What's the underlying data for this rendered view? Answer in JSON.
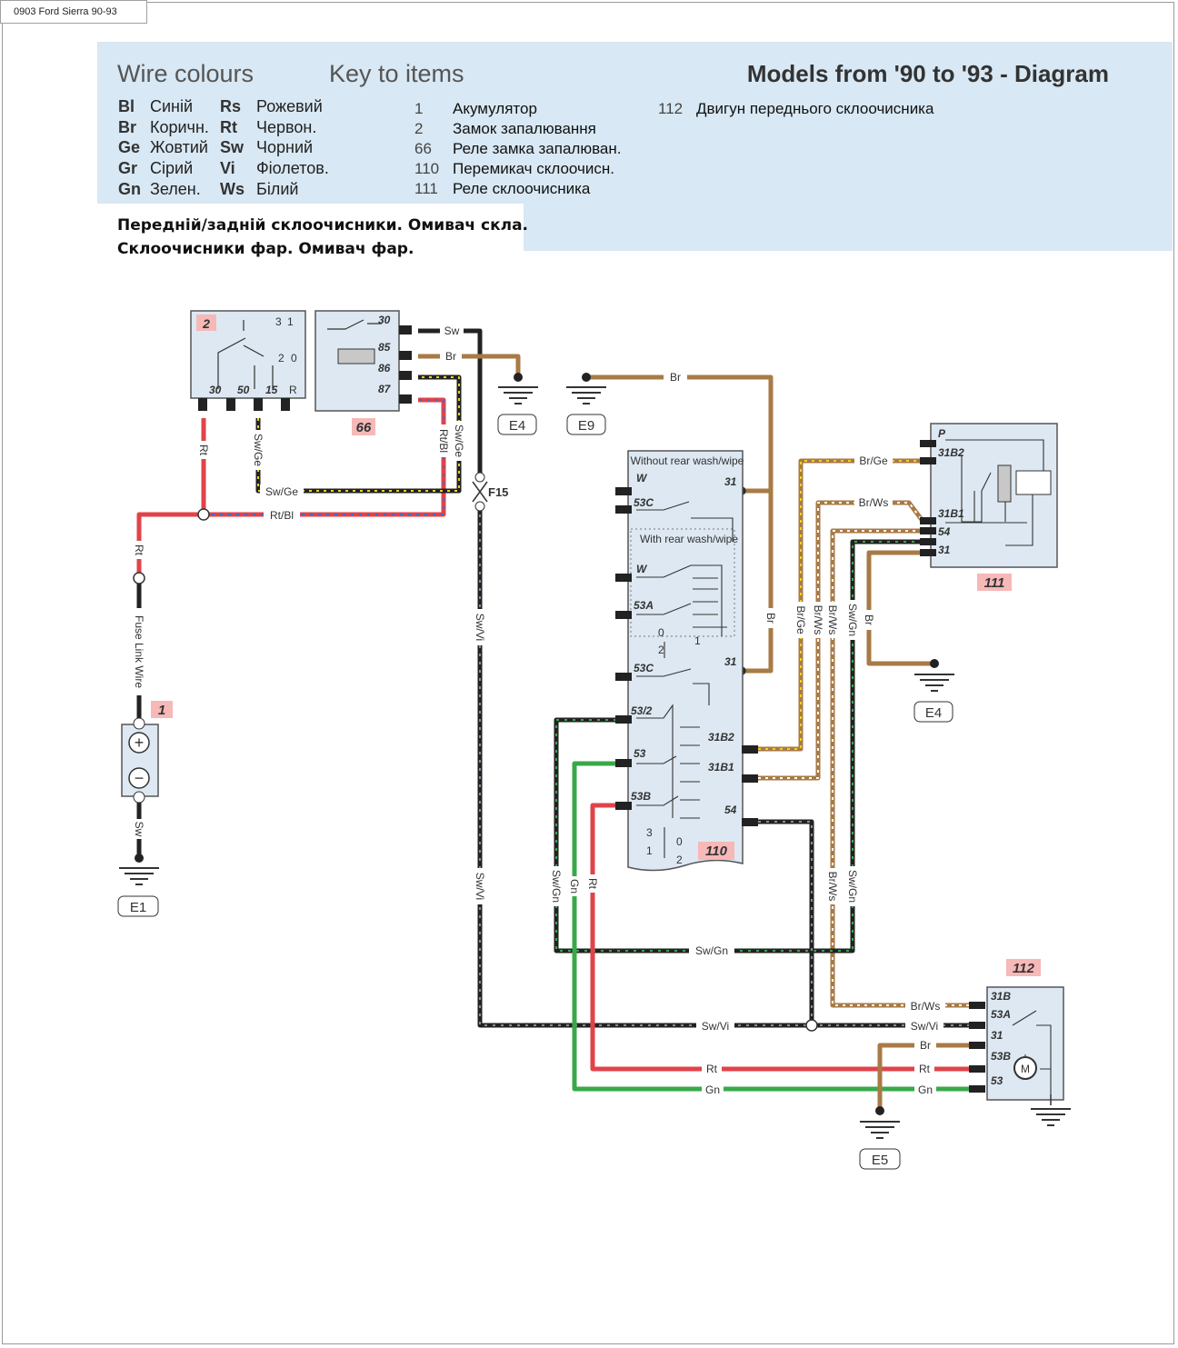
{
  "tab_label": "0903 Ford Sierra 90-93",
  "header": {
    "wire_colours_title": "Wire colours",
    "key_title": "Key to items",
    "diagram_title": "Models from '90 to '93 - Diagram"
  },
  "wire_colours": [
    {
      "code": "Bl",
      "name": "Синій"
    },
    {
      "code": "Br",
      "name": "Коричн."
    },
    {
      "code": "Ge",
      "name": "Жовтий"
    },
    {
      "code": "Gr",
      "name": "Сірий"
    },
    {
      "code": "Gn",
      "name": "Зелен."
    },
    {
      "code": "Rs",
      "name": "Рожевий"
    },
    {
      "code": "Rt",
      "name": "Червон."
    },
    {
      "code": "Sw",
      "name": "Чорний"
    },
    {
      "code": "Vi",
      "name": "Фіолетов."
    },
    {
      "code": "Ws",
      "name": "Білий"
    }
  ],
  "key_items": [
    {
      "num": "1",
      "name": "Акумулятор"
    },
    {
      "num": "2",
      "name": "Замок запалювання"
    },
    {
      "num": "66",
      "name": "Реле замка запалюван."
    },
    {
      "num": "110",
      "name": "Перемикач склоочисн."
    },
    {
      "num": "111",
      "name": "Реле склоочисника"
    },
    {
      "num": "112",
      "name": "Двигун переднього склоочисника"
    }
  ],
  "subtitle": [
    "Передній/задній склоочисники. Омивач скла.",
    "Склоочисники фар. Омивач фар."
  ],
  "colors": {
    "Rt": "#e0434a",
    "Br": "#a87a45",
    "Sw": "#222222",
    "Gn": "#3aa84a",
    "Ge": "#f2d21b",
    "Bl": "#3a6fd0",
    "Vi": "#8a8a9a",
    "Ws": "#ffffff",
    "box": "#dde8f2",
    "badge": "#f7b8b8"
  },
  "components": {
    "c2": {
      "id": "2",
      "terminals": [
        "30",
        "50",
        "15",
        "R"
      ],
      "positions": [
        "3",
        "1",
        "2",
        "0"
      ]
    },
    "c66": {
      "id": "66",
      "terminals": [
        "30",
        "85",
        "86",
        "87"
      ]
    },
    "c110": {
      "id": "110",
      "note_without": "Without rear wash/wipe",
      "note_with": "With rear wash/wipe",
      "terminals": [
        "W",
        "31",
        "53C",
        "W",
        "53A",
        "53C",
        "31",
        "53/2",
        "31B2",
        "53",
        "31B1",
        "53B",
        "54"
      ],
      "positions_top": [
        "0",
        "1",
        "2"
      ],
      "positions_bottom": [
        "3",
        "0",
        "1",
        "2"
      ]
    },
    "c111": {
      "id": "111",
      "terminals": [
        "P",
        "31B2",
        "31B1",
        "54",
        "31"
      ]
    },
    "c112": {
      "id": "112",
      "terminals": [
        "31B",
        "53A",
        "31",
        "53B",
        "53"
      ],
      "motor": "M"
    },
    "c1": {
      "id": "1",
      "plus": "+",
      "minus": "−"
    },
    "f15": "F15"
  },
  "grounds": [
    "E4",
    "E9",
    "E4",
    "E1",
    "E5"
  ],
  "wire_labels": {
    "sw": "Sw",
    "br": "Br",
    "sw_ge": "Sw/Ge",
    "rt_bl": "Rt/Bl",
    "rt": "Rt",
    "fuse_link": "Fuse Link Wire",
    "sw_vi": "Sw/Vi",
    "br_ge": "Br/Ge",
    "br_ws": "Br/Ws",
    "sw_gn": "Sw/Gn",
    "gn": "Gn"
  }
}
